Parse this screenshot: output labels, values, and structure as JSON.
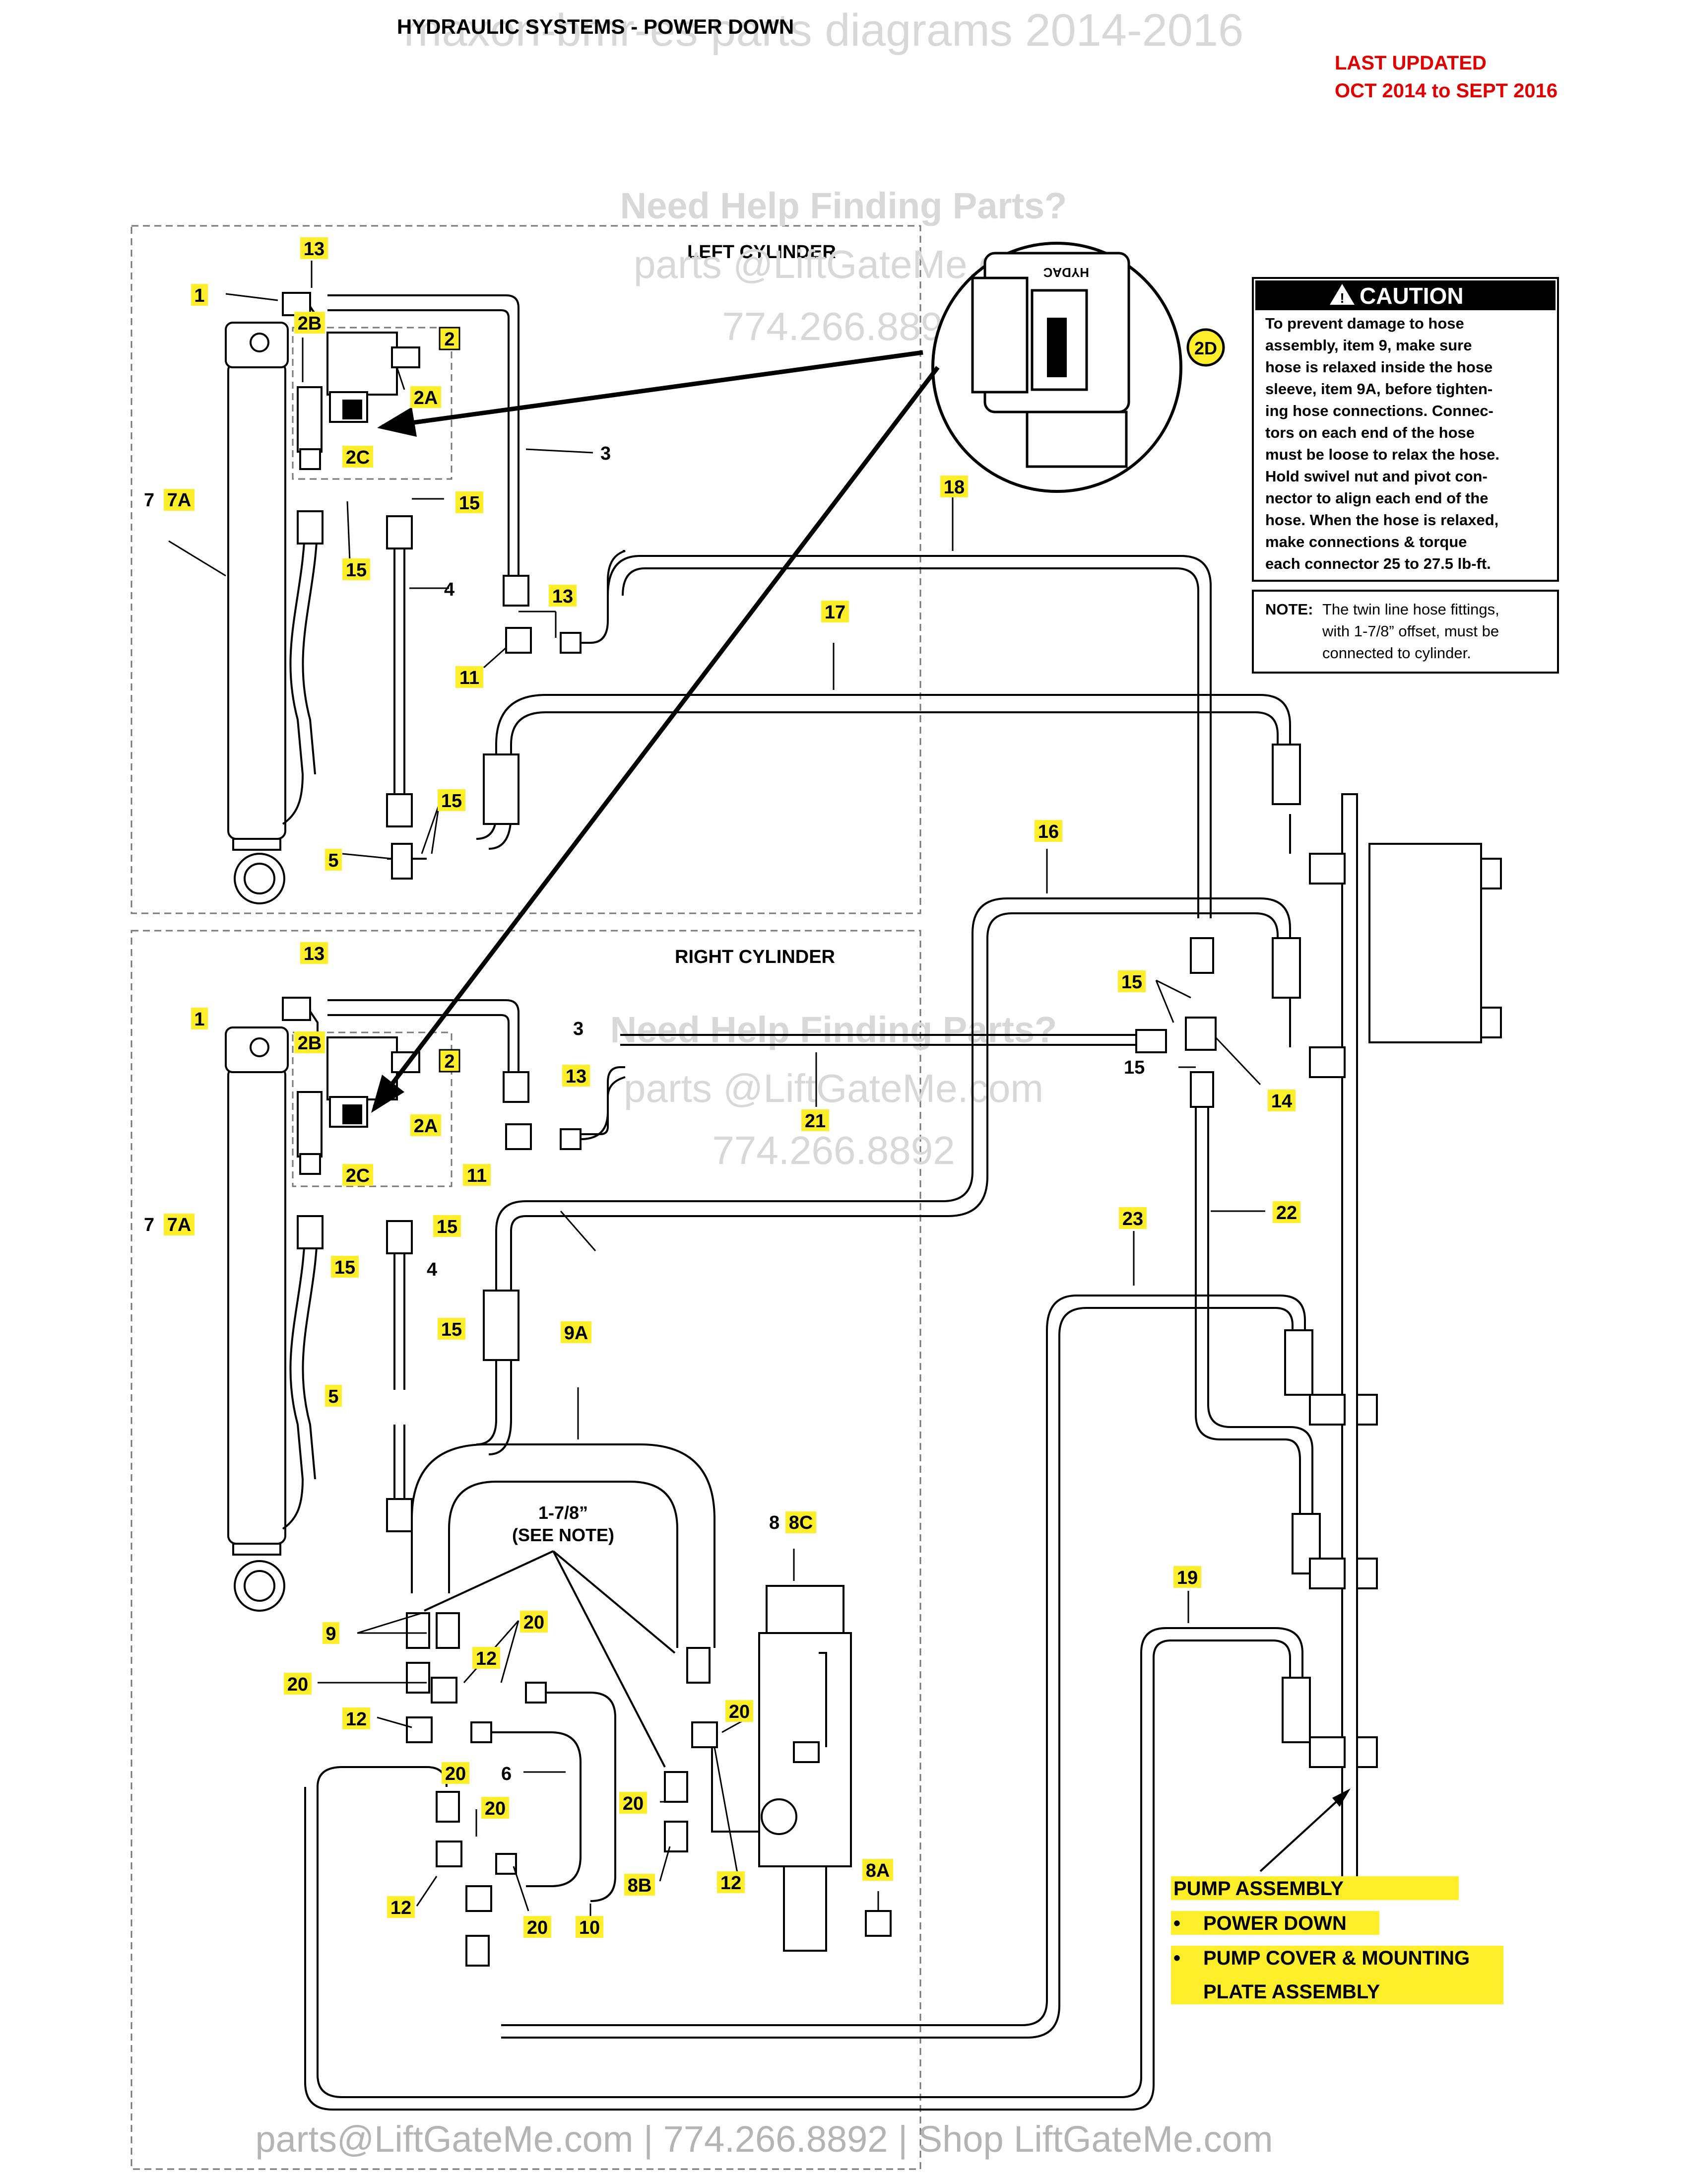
{
  "header": {
    "title": "HYDRAULIC SYSTEMS - POWER DOWN",
    "updated_line1": "LAST UPDATED",
    "updated_line2": "OCT 2014 to SEPT 2016",
    "watermark_top": "maxon-bmr-es parts diagrams 2014-2016"
  },
  "watermark": {
    "help": "Need Help Finding Parts?",
    "email": "parts @LiftGateMe.com",
    "phone": "774.266.8892"
  },
  "footer": {
    "text": "parts@LiftGateMe.com | 774.266.8892 | Shop LiftGateMe.com"
  },
  "sections": {
    "left": "LEFT CYLINDER",
    "right": "RIGHT CYLINDER"
  },
  "caution": {
    "title": "CAUTION",
    "lines": [
      "To prevent damage to hose",
      "assembly, item 9, make sure",
      "hose is relaxed inside the hose",
      "sleeve, item 9A, before tighten-",
      "ing hose connections. Connec-",
      "tors on each end of the hose",
      "must be loose to relax the hose.",
      "Hold swivel nut and pivot con-",
      "nector to align each end of the",
      "hose. When the hose is relaxed,",
      "make connections & torque",
      "each connector 25 to 27.5 lb-ft."
    ]
  },
  "note": {
    "label": "NOTE:",
    "lines": [
      "The twin line hose fittings,",
      "with 1-7/8” offset, must be",
      "connected to cylinder."
    ]
  },
  "detail": {
    "callout": "2D",
    "brand": "HYDAC"
  },
  "offset_note": {
    "line1": "1-7/8”",
    "line2": "(SEE NOTE)"
  },
  "pump": {
    "title": "PUMP ASSEMBLY",
    "item1": "POWER DOWN",
    "item2_line1": "PUMP COVER & MOUNTING",
    "item2_line2": "PLATE ASSEMBLY"
  },
  "labels": {
    "l_13": "13",
    "l_1": "1",
    "l_2B": "2B",
    "l_2": "2",
    "l_2A": "2A",
    "l_2C": "2C",
    "l_3": "3",
    "l_7": "7",
    "l_7A": "7A",
    "l_15a": "15",
    "l_15b": "15",
    "l_4": "4",
    "l_13b": "13",
    "l_11": "11",
    "l_15c": "15",
    "l_5": "5",
    "r_13": "13",
    "r_1": "1",
    "r_2B": "2B",
    "r_2": "2",
    "r_2A": "2A",
    "r_2C": "2C",
    "r_3": "3",
    "r_7": "7",
    "r_7A": "7A",
    "r_15a": "15",
    "r_15b": "15",
    "r_4": "4",
    "r_13b": "13",
    "r_11": "11",
    "r_15c": "15",
    "r_5": "5",
    "n18": "18",
    "n17": "17",
    "n16": "16",
    "n15t": "15",
    "n15m": "15",
    "n14": "14",
    "n21": "21",
    "n22": "22",
    "n23": "23",
    "n9A": "9A",
    "n8": "8",
    "n8C": "8C",
    "n9": "9",
    "n20a": "20",
    "n12a": "12",
    "n20b": "20",
    "n12b": "12",
    "n20c": "20",
    "n6": "6",
    "n20d": "20",
    "n12c": "12",
    "n20e": "20",
    "n10": "10",
    "n20f": "20",
    "n8B": "8B",
    "n12d": "12",
    "n20g": "20",
    "n8A": "8A",
    "n19": "19"
  }
}
